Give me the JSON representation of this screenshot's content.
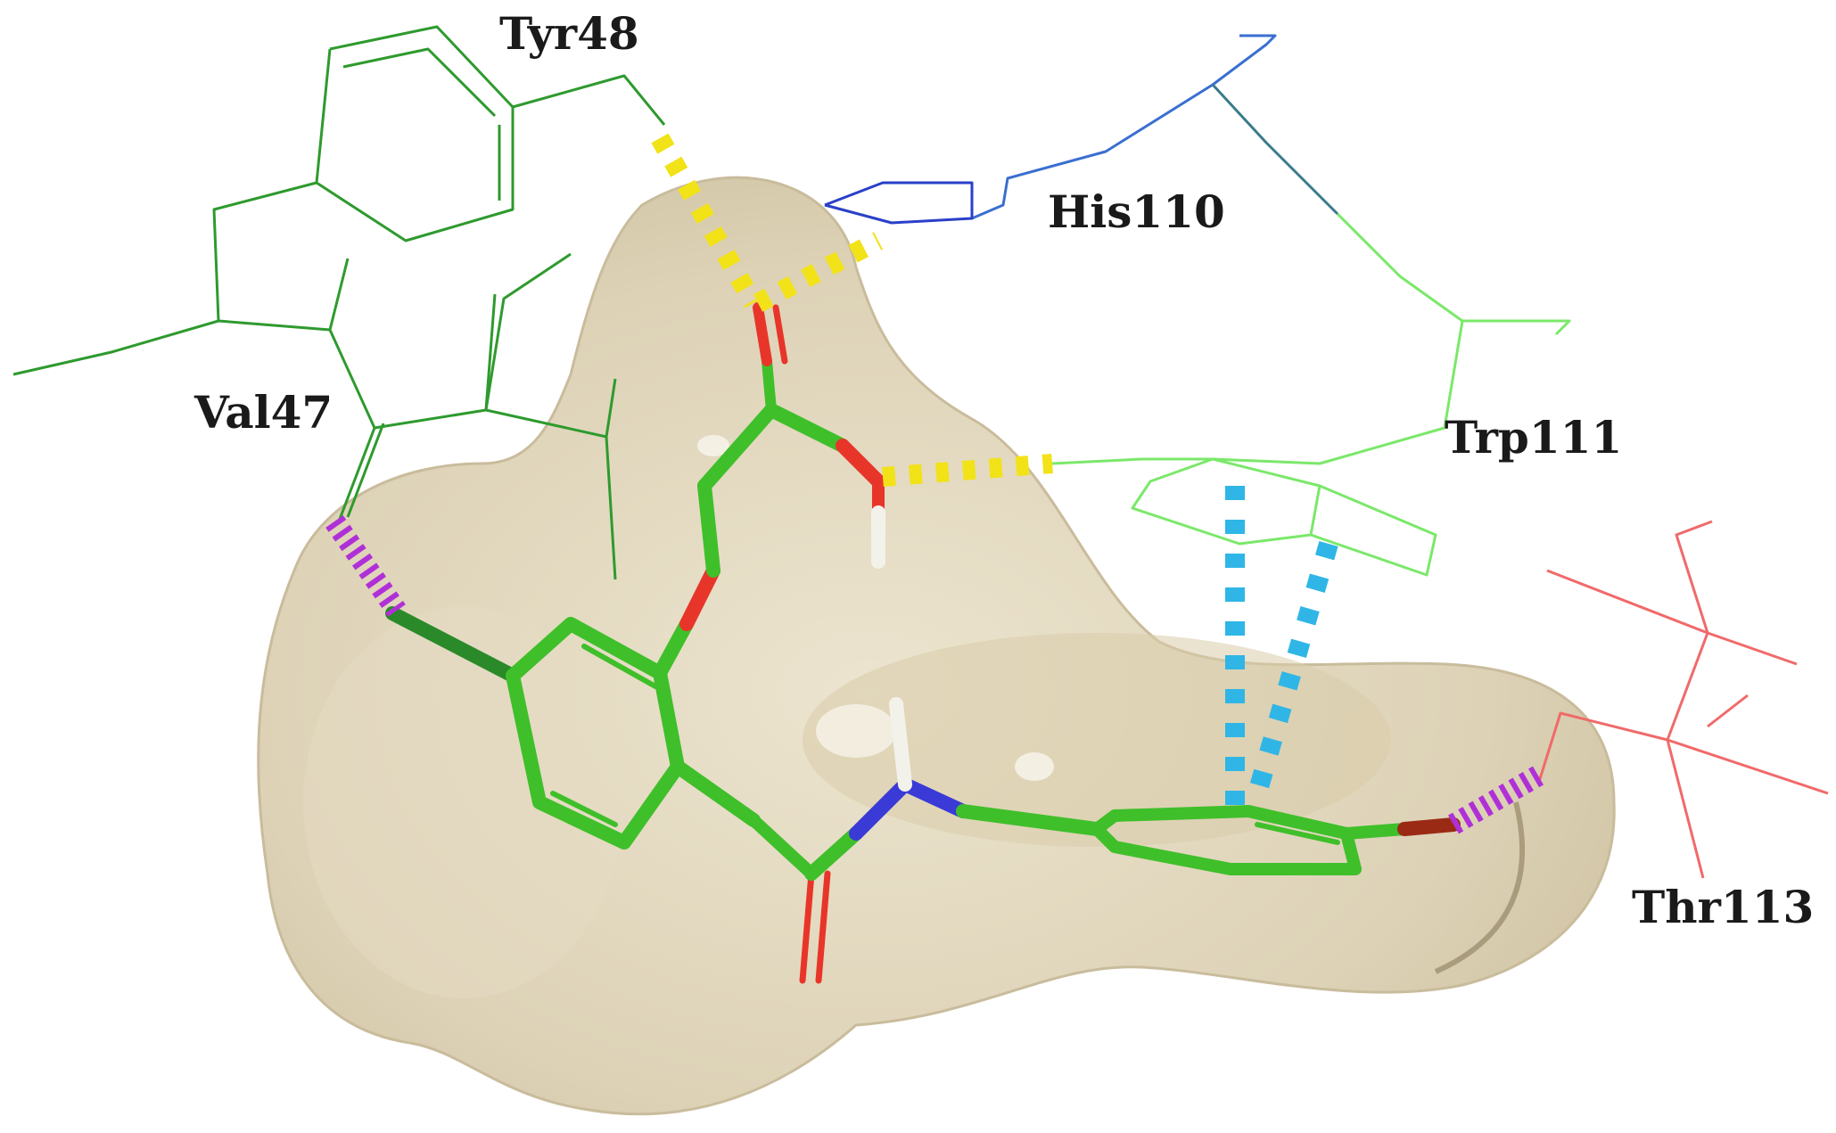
{
  "residues": {
    "tyr48": "Tyr48",
    "his110": "His110",
    "val47": "Val47",
    "trp111": "Trp111",
    "thr113": "Thr113"
  },
  "colors": {
    "surface": "#e2d8c0",
    "ligand_carbon": "#3fbf2a",
    "oxygen": "#e8352a",
    "nitrogen": "#3a3ad6",
    "hydrogen": "#f2f2ea",
    "halogen": "#9a2a14",
    "tyr48_val47": "#2e9a2e",
    "his110": "#3a6fd0",
    "trp111": "#7be86a",
    "thr113": "#f06a6a",
    "hbond": "#f2e218",
    "pi_stack": "#2fb6e6",
    "halogen_bond": "#b030d8"
  }
}
